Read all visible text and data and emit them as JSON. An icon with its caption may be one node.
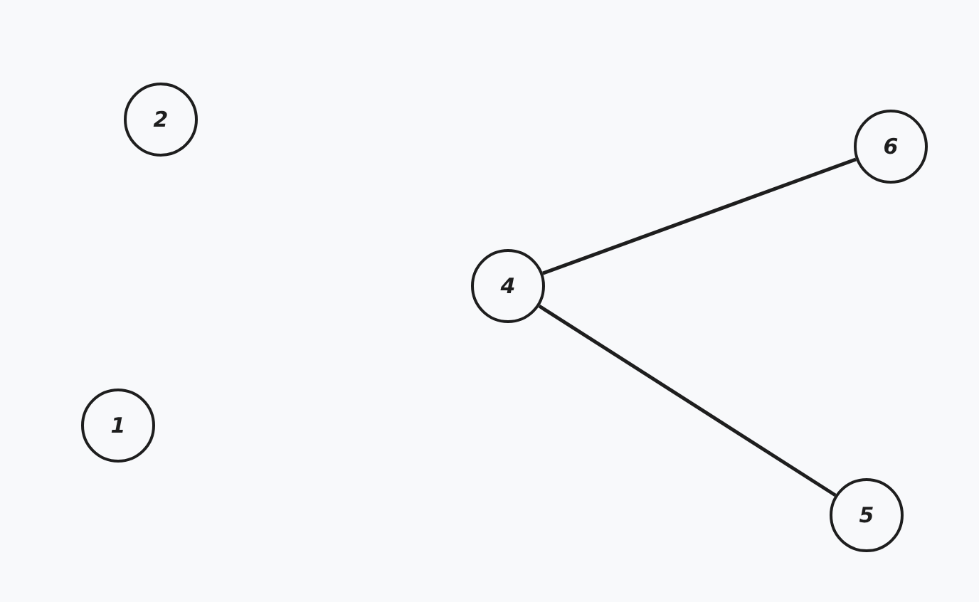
{
  "diagram": {
    "nodes": [
      {
        "text": [
          "2"
        ]
      },
      {
        "text": [
          "6"
        ]
      },
      {
        "text": [
          "4"
        ]
      },
      {
        "text": [
          "1"
        ]
      },
      {
        "text": [
          "5"
        ]
      }
    ],
    "edges": [
      {
        "from": 2,
        "to": 1,
        "arrow": "none"
      },
      {
        "from": 2,
        "to": 4,
        "arrow": "none"
      }
    ]
  }
}
